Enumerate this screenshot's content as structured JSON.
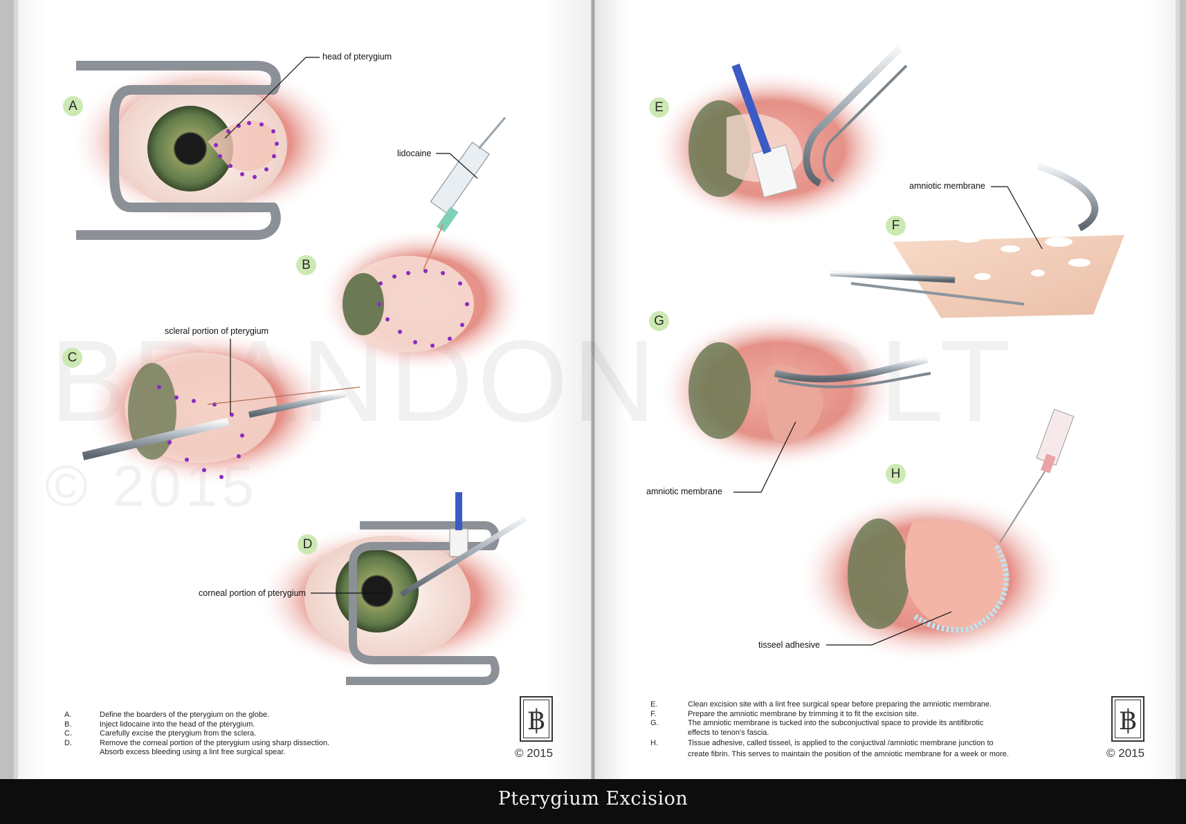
{
  "caption": "Pterygium Excision",
  "watermark": {
    "name": "BRANDON HOLT",
    "year": "© 2015"
  },
  "panels": {
    "a": "A",
    "b": "B",
    "c": "C",
    "d": "D",
    "e": "E",
    "f": "F",
    "g": "G",
    "h": "H"
  },
  "labels": {
    "head": "head of pterygium",
    "lidocaine": "lidocaine",
    "scleral": "scleral portion of pterygium",
    "corneal": "corneal portion of pterygium",
    "amniotic_f": "amniotic membrane",
    "amniotic_g": "amniotic membrane",
    "tisseel": "tisseel adhesive"
  },
  "left_notes": [
    {
      "key": "A.",
      "text": "Define the boarders of the pterygium on the globe."
    },
    {
      "key": "B.",
      "text": "Inject lidocaine into the head of the pterygium."
    },
    {
      "key": "C.",
      "text": "Carefully excise the pterygium from the sclera."
    },
    {
      "key": "D.",
      "text": "Remove the corneal portion of the pterygium using sharp dissection."
    }
  ],
  "left_notes_cont": "Absorb excess bleeding using a lint free surgical spear.",
  "right_notes": [
    {
      "key": "E.",
      "text": "Clean excision site with a lint free surgical spear before preparing the amniotic membrane."
    },
    {
      "key": "F.",
      "text": "Prepare the amniotic membrane by trimming it to fit the excision site."
    },
    {
      "key": "G.",
      "text": "The amniotic membrane is tucked into the subconjuctival space to provide its antifibrotic"
    }
  ],
  "right_notes_g_cont": "effects to tenon's fascia.",
  "right_notes_h": {
    "key": "H.",
    "text": "Tissue adhesive, called tisseel, is applied to the conjuctival /amniotic membrane junction to"
  },
  "right_notes_h_cont": "create fibrin. This serves to maintain the position of the amniotic membrane for a week or more.",
  "logo_glyph": "฿",
  "copyright_left": "© 2015",
  "copyright_right": "© 2015",
  "colors": {
    "badge": "#cde9b3",
    "tissue": "#e88a80",
    "dots": "#8a2bc2",
    "iris": "#6f8e5a",
    "steel": "#9aa4ad",
    "background": "#0d0d0d"
  }
}
